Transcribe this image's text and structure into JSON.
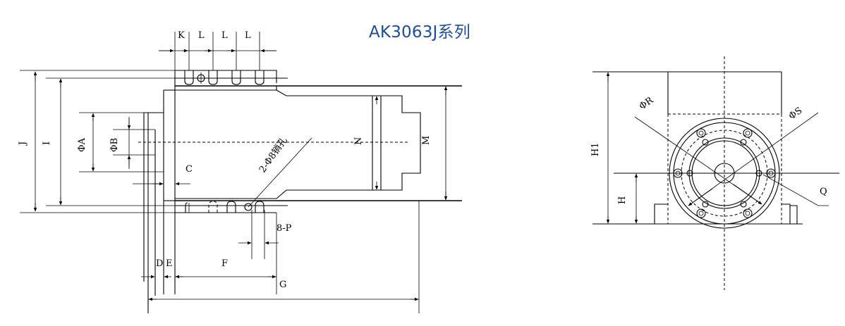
{
  "title": "AK3063J系列",
  "labels": {
    "K": "K",
    "L1": "L",
    "L2": "L",
    "L3": "L",
    "J": "J",
    "I": "I",
    "A": "ΦA",
    "B": "ΦB",
    "C": "C",
    "N": "N",
    "M": "M",
    "hole_note": "2-Φ8销孔",
    "P": "8-P",
    "D": "D",
    "E": "E",
    "F": "F",
    "G": "G",
    "R": "ΦR",
    "S": "ΦS",
    "H1": "H1",
    "H": "H",
    "Q": "Q"
  }
}
